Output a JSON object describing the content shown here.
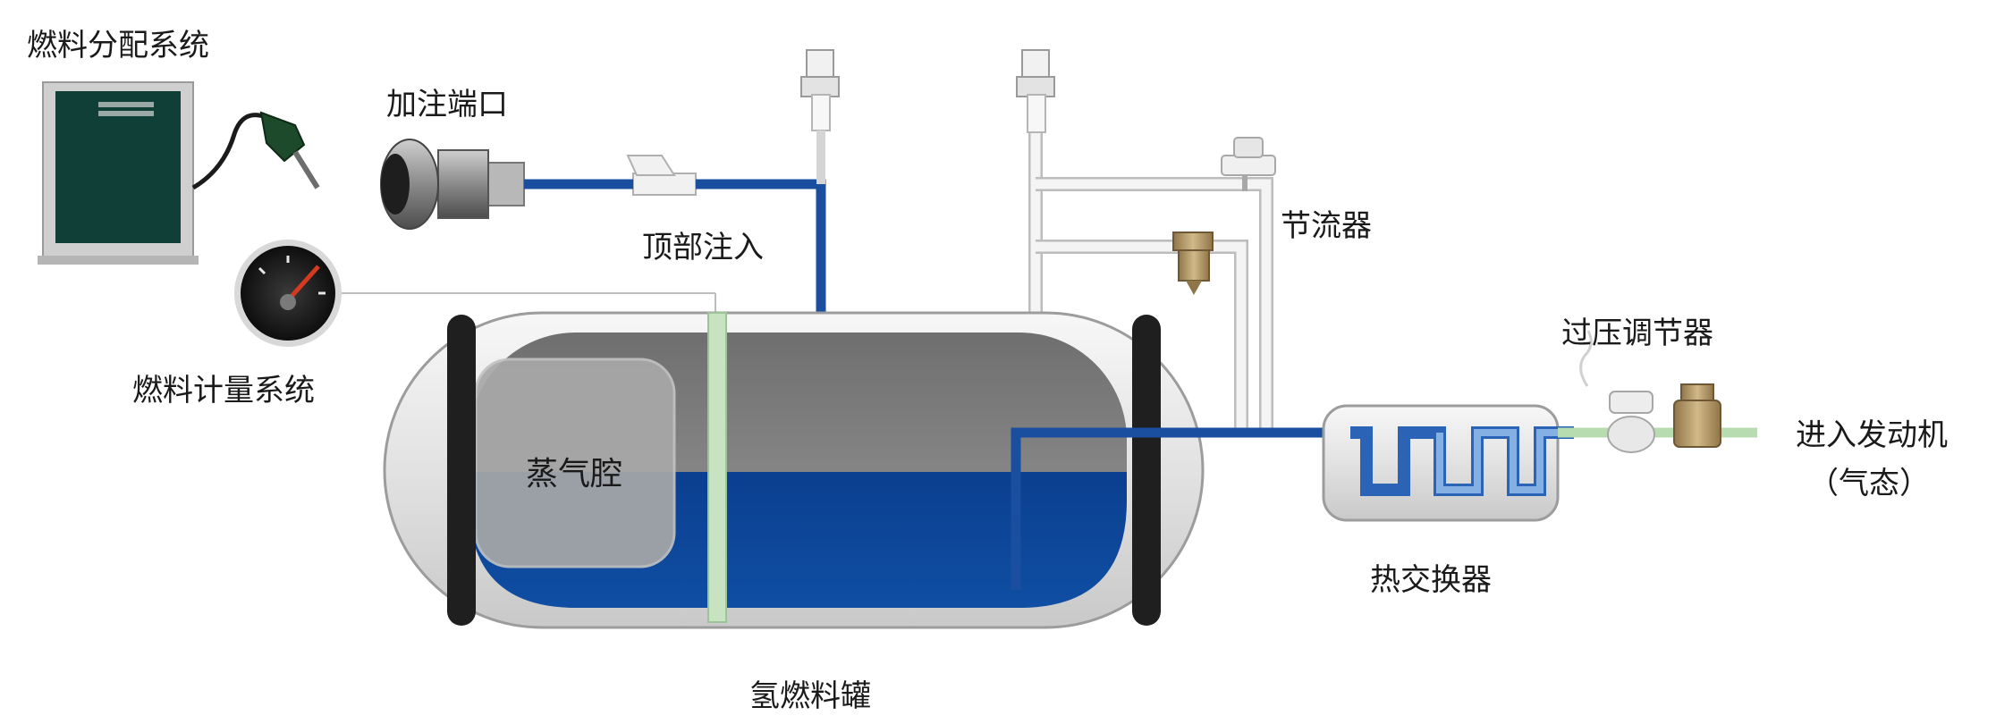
{
  "labels": {
    "fuel_dispensing": "燃料分配系统",
    "fill_port": "加注端口",
    "top_injection": "顶部注入",
    "throttle": "节流器",
    "fuel_metering": "燃料计量系统",
    "vapor_chamber": "蒸气腔",
    "hydrogen_tank": "氢燃料罐",
    "heat_exchanger": "热交换器",
    "overpressure_regulator": "过压调节器",
    "to_engine": "进入发动机",
    "gaseous_state": "（气态）"
  },
  "colors": {
    "liquid_blue": "#0f4ea3",
    "pipe_blue": "#1a4fa0",
    "pipe_green": "#b7dcb0",
    "tank_shell": "#ececec",
    "tank_inner_gray": "#8c8c8c",
    "dispenser_green": "#0f3f36",
    "brass": "#b89a63"
  }
}
